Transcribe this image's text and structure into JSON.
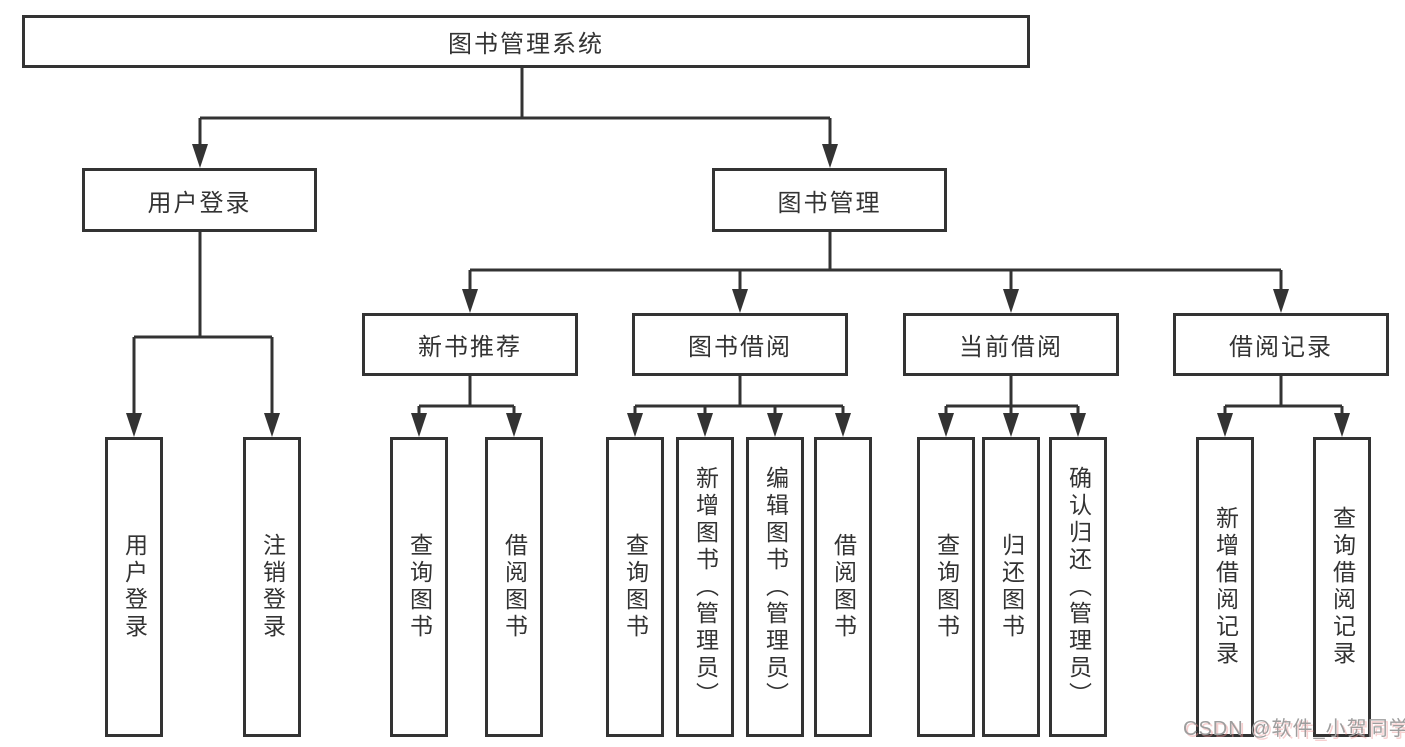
{
  "diagram": {
    "root": {
      "label": "图书管理系统"
    },
    "level1": [
      {
        "label": "用户登录"
      },
      {
        "label": "图书管理"
      }
    ],
    "level2": [
      {
        "label": "新书推荐"
      },
      {
        "label": "图书借阅"
      },
      {
        "label": "当前借阅"
      },
      {
        "label": "借阅记录"
      }
    ],
    "leaves_user_login": [
      "用户登录",
      "注销登录"
    ],
    "leaves_new_books": [
      "查询图书",
      "借阅图书"
    ],
    "leaves_book_borrowing": [
      "查询图书",
      "新增图书（管理员）",
      "编辑图书（管理员）",
      "借阅图书"
    ],
    "leaves_current_borrowing": [
      "查询图书",
      "归还图书",
      "确认归还（管理员）"
    ],
    "leaves_borrowing_records": [
      "新增借阅记录",
      "查询借阅记录"
    ]
  },
  "watermark": {
    "text": "CSDN @软件_小贺同学"
  },
  "colors": {
    "line": "#333333",
    "text": "#333333",
    "watermark": "#9e9e9e",
    "background": "#ffffff"
  }
}
